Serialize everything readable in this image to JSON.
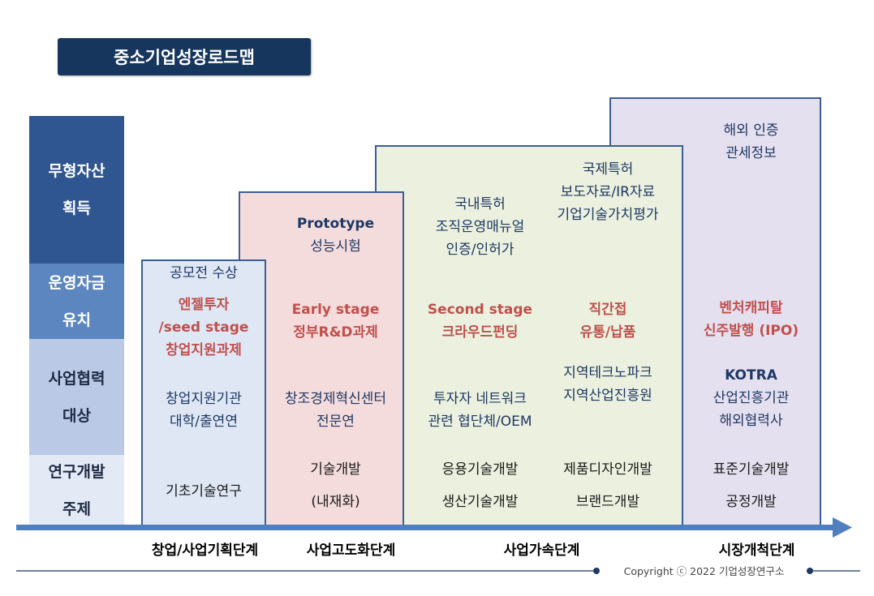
{
  "title": "중소기업성장로드맵",
  "row_labels": [
    {
      "id": "intangible",
      "lines": [
        "무형자산",
        "획득"
      ],
      "color": "#2f5690"
    },
    {
      "id": "funding",
      "lines": [
        "운영자금",
        "유치"
      ],
      "color": "#5b86bf"
    },
    {
      "id": "partners",
      "lines": [
        "사업협력",
        "대상"
      ],
      "color": "#b9c9e6"
    },
    {
      "id": "rnd",
      "lines": [
        "연구개발",
        "주제"
      ],
      "color": "#e3eaf5"
    }
  ],
  "stages": [
    {
      "name": "창업/사업기획단계",
      "color": "#dfe7f5",
      "intangible": [],
      "contest": "공모전 수상",
      "funding": [
        "엔젤투자",
        "/seed stage",
        "창업지원과제"
      ],
      "partners": [
        "창업지원기관",
        "대학/출연연"
      ],
      "rnd": [
        "기초기술연구"
      ]
    },
    {
      "name": "사업고도화단계",
      "color": "#f5dcdc",
      "intangible": [
        "Prototype",
        "성능시험"
      ],
      "funding": [
        "Early stage",
        "정부R&D과제"
      ],
      "partners": [
        "창조경제혁신센터",
        "전문연"
      ],
      "rnd": [
        "기술개발",
        "(내재화)"
      ]
    },
    {
      "name": "사업가속단계",
      "color": "#ebf1de",
      "left": {
        "intangible": [
          "국내특허",
          "조직운영매뉴얼",
          "인증/인허가"
        ],
        "funding": [
          "Second stage",
          "크라우드펀딩"
        ],
        "partners": [
          "투자자 네트워크",
          "관련 협단체/OEM"
        ],
        "rnd": [
          "응용기술개발",
          "생산기술개발"
        ]
      },
      "right": {
        "intangible": [
          "국제특허",
          "보도자료/IR자료",
          "기업기술가치평가"
        ],
        "funding": [
          "직간접",
          "유통/납품"
        ],
        "partners": [
          "지역테크노파크",
          "지역산업진흥원"
        ],
        "rnd": [
          "제품디자인개발",
          "브랜드개발"
        ]
      }
    },
    {
      "name": "시장개척단계",
      "color": "#e5e0ef",
      "intangible": [
        "해외 인증",
        "관세정보"
      ],
      "funding": [
        "벤처캐피탈",
        "신주발행 (IPO)"
      ],
      "partners_bold": "KOTRA",
      "partners": [
        "산업진흥기관",
        "해외협력사"
      ],
      "rnd": [
        "표준기술개발",
        "공정개발"
      ]
    }
  ],
  "copyright": "Copyright ⓒ 2022 기업성장연구소",
  "colors": {
    "arrow": "#4f7fbf",
    "border": "#3a5f94",
    "title_bg": "#17365d",
    "highlight": "#c0504d"
  }
}
